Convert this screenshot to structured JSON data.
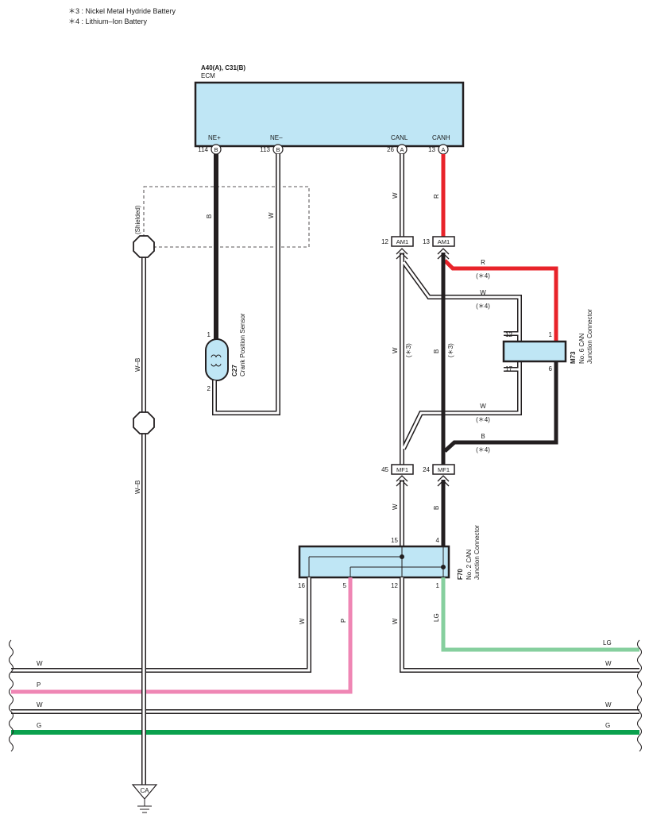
{
  "notes": [
    "＊3 : Nickel Metal Hydride Battery",
    "＊4 : Lithium–Ion Battery"
  ],
  "ecm": {
    "connector": "A40(A), C31(B)",
    "name": "ECM",
    "pins": [
      {
        "label": "NE+",
        "num": "114",
        "conn": "B"
      },
      {
        "label": "NE–",
        "num": "113",
        "conn": "B"
      },
      {
        "label": "CANL",
        "num": "26",
        "conn": "A"
      },
      {
        "label": "CANH",
        "num": "13",
        "conn": "A"
      }
    ]
  },
  "shielded": "(Shielded)",
  "sensor": {
    "code": "C27",
    "name": "Crank Position Sensor",
    "pin1": "1",
    "pin2": "2"
  },
  "am1": [
    {
      "num": "12",
      "name": "AM1"
    },
    {
      "num": "13",
      "name": "AM1"
    }
  ],
  "mf1": [
    {
      "num": "45",
      "name": "MF1"
    },
    {
      "num": "24",
      "name": "MF1"
    }
  ],
  "m73": {
    "code": "M73",
    "line1": "No. 6 CAN",
    "line2": "Junction Connector",
    "pins": [
      "12",
      "1",
      "17",
      "6"
    ]
  },
  "f70": {
    "code": "F70",
    "line1": "No. 2 CAN",
    "line2": "Junction Connector",
    "top_pins": [
      "15",
      "4"
    ],
    "bottom_pins": [
      "16",
      "5",
      "12",
      "1"
    ]
  },
  "ground": "CA",
  "notes_tags": {
    "n3": "(＊3)",
    "n4": "(＊4)"
  },
  "wire_labels": {
    "B": "B",
    "W": "W",
    "R": "R",
    "WB": "W–B",
    "P": "P",
    "LG": "LG",
    "G": "G"
  },
  "colors": {
    "red": "#e8232a",
    "black": "#231f20",
    "pink": "#ef86b4",
    "light_green": "#86cf9e",
    "green": "#0aa14e",
    "connector_fill": "#bfe6f5"
  }
}
